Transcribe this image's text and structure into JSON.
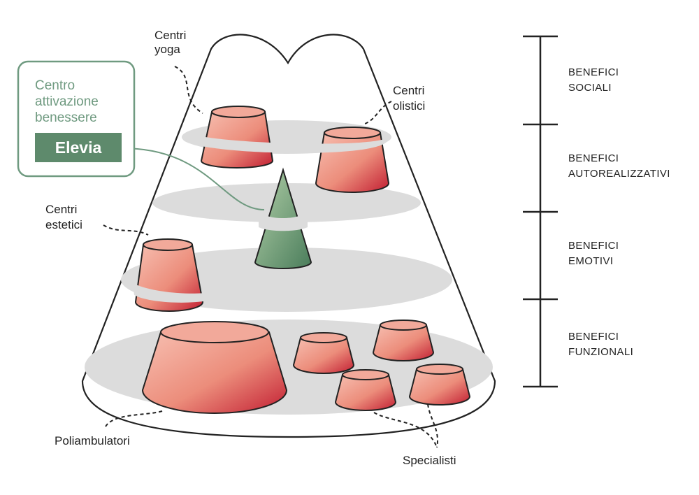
{
  "brand_box": {
    "title_lines": [
      "Centro",
      "attivazione",
      "benessere"
    ],
    "brand_name": "Elevia"
  },
  "labels": {
    "centri_yoga": [
      "Centri",
      "yoga"
    ],
    "centri_olistici": [
      "Centri",
      "olistici"
    ],
    "centri_estetici": [
      "Centri",
      "estetici"
    ],
    "poliambulatori": "Poliambulatori",
    "specialisti": "Specialisti"
  },
  "tiers": [
    [
      "BENEFICI",
      "SOCIALI"
    ],
    [
      "BENEFICI",
      "AUTOREALIZZATIVI"
    ],
    [
      "BENEFICI",
      "EMOTIVI"
    ],
    [
      "BENEFICI",
      "FUNZIONALI"
    ]
  ],
  "colors": {
    "cylinder_light": "#f4b4a6",
    "cylinder_dark": "#c21e32",
    "cone_light": "#a9c8a0",
    "cone_dark": "#4e8260",
    "brand_green": "#5e8a6c",
    "label_green": "#6f9a80",
    "layer_grey": "#dcdcdc",
    "outline": "#222222"
  }
}
